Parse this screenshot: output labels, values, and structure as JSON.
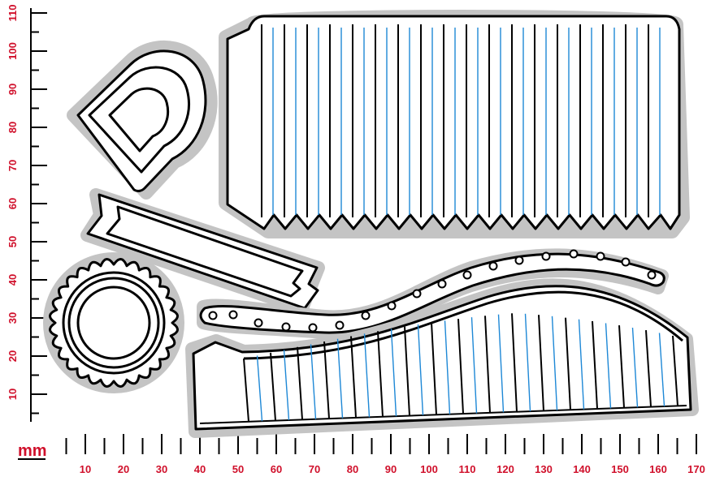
{
  "ruler": {
    "unit": "mm",
    "vertical_labels": [
      "10",
      "20",
      "30",
      "40",
      "50",
      "60",
      "70",
      "80",
      "90",
      "100",
      "110"
    ],
    "horizontal_labels": [
      "10",
      "20",
      "30",
      "40",
      "50",
      "60",
      "70",
      "80",
      "90",
      "100",
      "110",
      "120",
      "130",
      "140",
      "150",
      "160",
      "170"
    ],
    "label_color": "#d0102b"
  },
  "colors": {
    "outline": "#000000",
    "halo": "#c4c4c4",
    "score_line": "#1e88d6",
    "background": "#ffffff"
  },
  "shapes": [
    {
      "name": "heart-frame-die"
    },
    {
      "name": "accordion-strip-die"
    },
    {
      "name": "banner-ribbon-die"
    },
    {
      "name": "scalloped-circle-frame-die"
    },
    {
      "name": "dotted-wave-border-die"
    },
    {
      "name": "curved-fan-strip-die"
    }
  ]
}
